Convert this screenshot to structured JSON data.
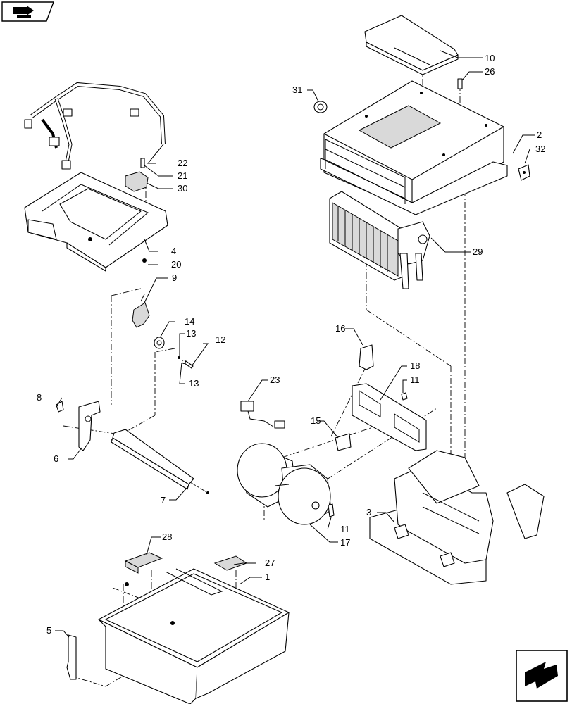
{
  "diagram": {
    "callouts": {
      "c1": "1",
      "c2": "2",
      "c3": "3",
      "c4": "4",
      "c5": "5",
      "c6": "6",
      "c7": "7",
      "c8": "8",
      "c9": "9",
      "c10": "10",
      "c11a": "11",
      "c11b": "11",
      "c12": "12",
      "c13a": "13",
      "c13b": "13",
      "c14": "14",
      "c15": "15",
      "c16": "16",
      "c17": "17",
      "c18": "18",
      "c20": "20",
      "c21": "21",
      "c22": "22",
      "c23": "23",
      "c26": "26",
      "c27": "27",
      "c28": "28",
      "c29": "29",
      "c30": "30",
      "c31": "31",
      "c32": "32"
    },
    "icons": {
      "top_left": "book-arrow-icon",
      "bottom_right": "next-page-arrow-icon"
    }
  }
}
